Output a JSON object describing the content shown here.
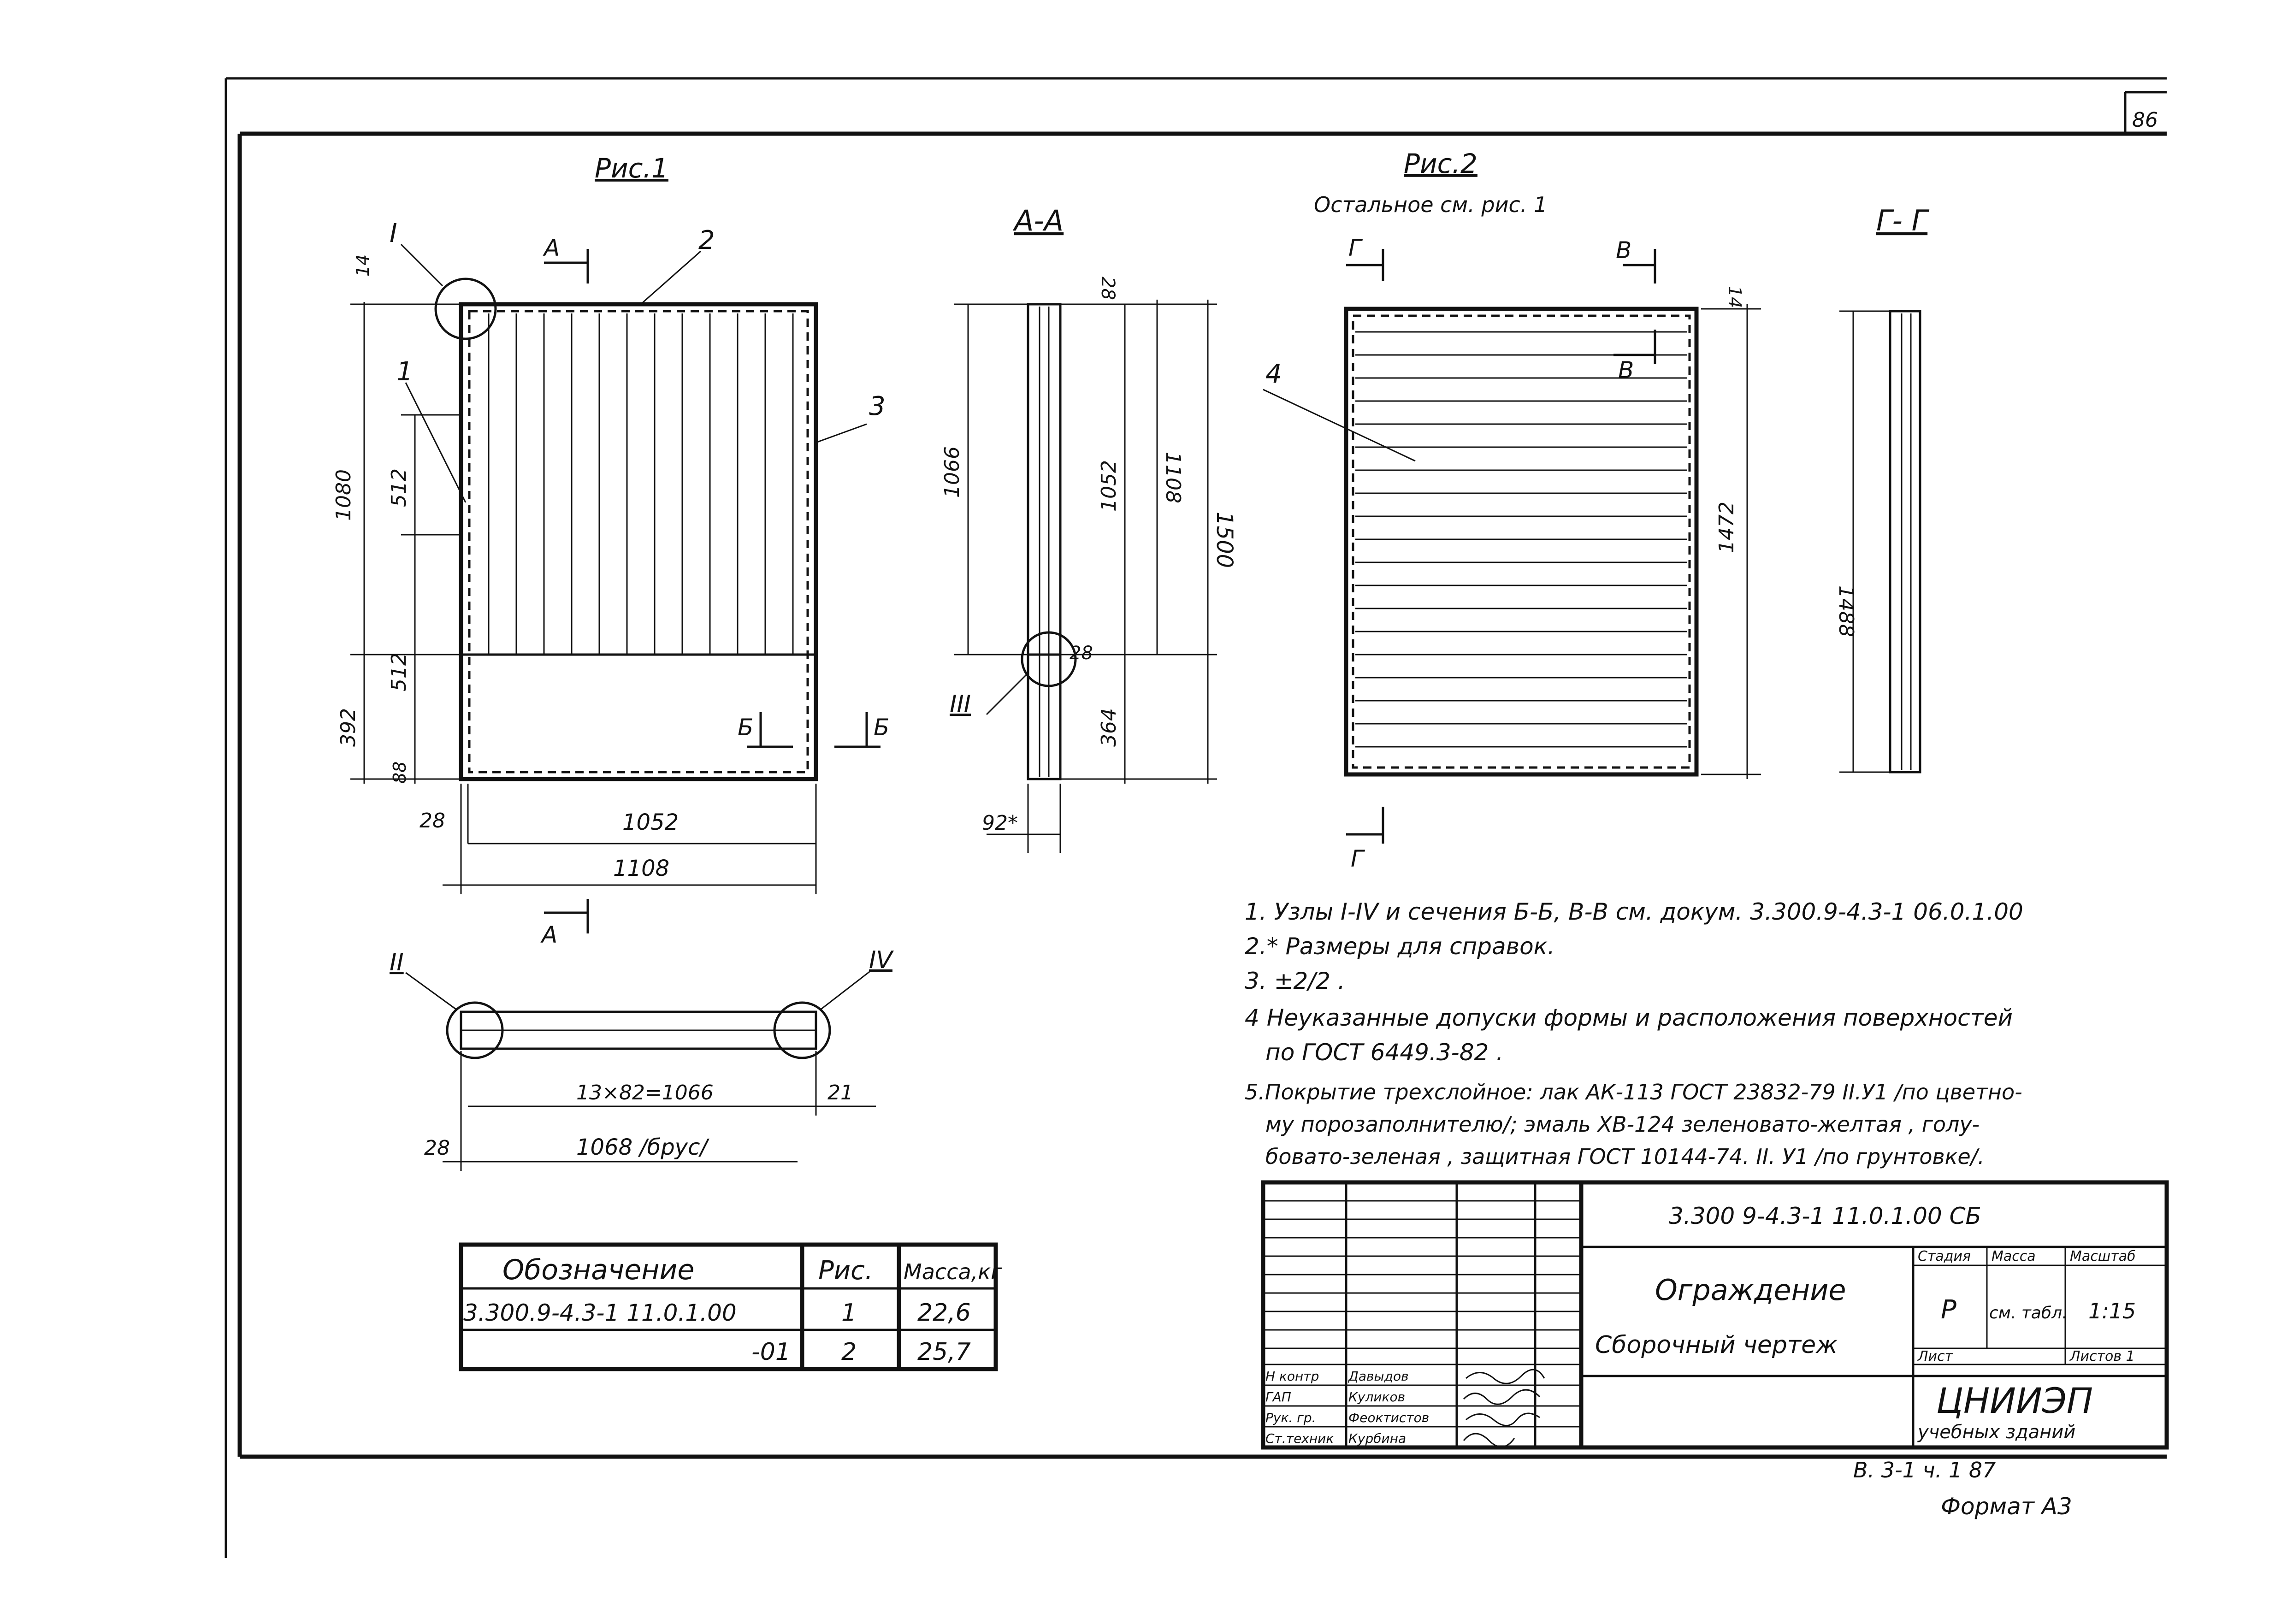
{
  "sheet": {
    "page_number": "86",
    "bottom_ref": "В. 3-1 ч. 1  87",
    "format": "Формат А3"
  },
  "fig1": {
    "title": "Рис.1",
    "callouts": [
      "I",
      "2",
      "1",
      "3"
    ],
    "section_a": "А",
    "section_b": "Б",
    "dims": {
      "d14": "14",
      "d1080": "1080",
      "d512a": "512",
      "d512b": "512",
      "d392": "392",
      "d88": "88",
      "d28": "28",
      "d1052": "1052",
      "d1108": "1108"
    }
  },
  "section_aa": {
    "title": "А-А",
    "callout": "III",
    "dims": {
      "d28a": "28",
      "d1066": "1066",
      "d1052": "1052",
      "d1108": "1108",
      "d1500": "1500",
      "d28b": "28",
      "d364": "364",
      "d92": "92*"
    }
  },
  "fig2": {
    "title": "Рис.2",
    "subtitle": "Остальное см. рис. 1",
    "callout": "4",
    "section_g": "Г",
    "section_v": "В",
    "dims": {
      "d14": "14",
      "d1472": "1472"
    }
  },
  "section_gg": {
    "title": "Г- Г",
    "dims": {
      "d1488": "1488"
    }
  },
  "plan": {
    "callout_left": "II",
    "callout_right": "IV",
    "dims": {
      "d1066": "13×82=1066",
      "d21": "21",
      "d28": "28",
      "d1068": "1068 /брус/"
    }
  },
  "notes": [
    "1. Узлы I-IV и сечения Б-Б, В-В см. докум. 3.300.9-4.3-1 06.0.1.00",
    "2.* Размеры для справок.",
    "3. ±2/2 .",
    "4 Неуказанные допуски формы и расположения поверхностей",
    "по ГОСТ 6449.3-82 .",
    "5.Покрытие трехслойное: лак АК-113 ГОСТ 23832-79 II.У1 /по цветно-",
    "му порозаполнителю/; эмаль ХВ-124 зеленовато-желтая , голу-",
    "бовато-зеленая , защитная ГОСТ 10144-74. II. У1 /по грунтовке/."
  ],
  "spec_table": {
    "headers": [
      "Обозначение",
      "Рис.",
      "Масса,кг"
    ],
    "rows": [
      [
        "3.300.9-4.3-1  11.0.1.00",
        "1",
        "22,6"
      ],
      [
        "-01",
        "2",
        "25,7"
      ]
    ]
  },
  "title_block": {
    "code": "3.300 9-4.3-1  11.0.1.00 СБ",
    "name_line1": "Ограждение",
    "name_line2": "Сборочный чертеж",
    "stage_header": "Стадия",
    "mass_header": "Масса",
    "scale_header": "Масштаб",
    "stage": "Р",
    "mass": "см. табл.",
    "scale": "1:15",
    "sheet_label": "Лист",
    "sheets_label": "Листов 1",
    "org_line1": "ЦНИИЭП",
    "org_line2": "учебных зданий",
    "signers": [
      {
        "role": "Н контр",
        "name": "Давыдов"
      },
      {
        "role": "ГАП",
        "name": "Куликов"
      },
      {
        "role": "Рук. гр.",
        "name": "Феоктистов"
      },
      {
        "role": "Ст.техник",
        "name": "Курбина"
      }
    ]
  }
}
